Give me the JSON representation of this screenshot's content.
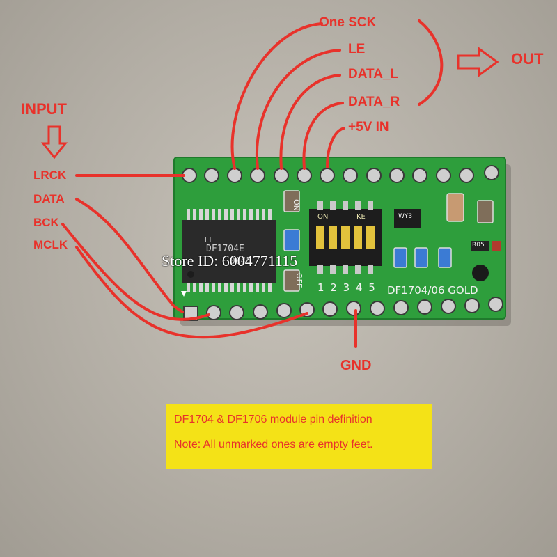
{
  "labels": {
    "out_pins": [
      "One SCK",
      "LE",
      "DATA_L",
      "DATA_R",
      "+5V IN"
    ],
    "out": "OUT",
    "input_title": "INPUT",
    "input_pins": [
      "LRCK",
      "DATA",
      "BCK",
      "MCLK"
    ],
    "gnd": "GND"
  },
  "board": {
    "chip_line1": "DF1704E",
    "chip_line2": "0045",
    "dip_on": "ON",
    "dip_ke": "KE",
    "dip_numbers": "1 2 3 4 5",
    "side_on": "ON",
    "side_off": "OFF",
    "model": "DF1704/06 GOLD",
    "regulator": "WY3",
    "resistor": "R05"
  },
  "watermark": "Store ID: 6004771115",
  "note": {
    "title": "DF1704 & DF1706 module pin definition",
    "text": "Note: All unmarked ones are empty feet."
  },
  "colors": {
    "annotation": "#e8322b",
    "pcb": "#2e9e3c",
    "note_bg": "#f4e217"
  }
}
